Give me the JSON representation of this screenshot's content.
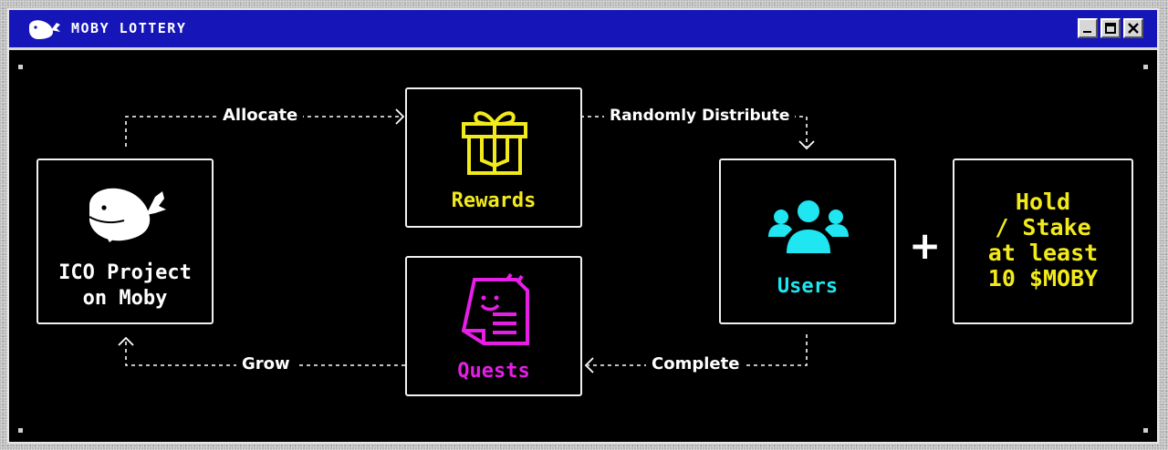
{
  "window": {
    "title": "MOBY LOTTERY",
    "controls": {
      "minimize": "minimize",
      "maximize": "maximize",
      "close": "close"
    }
  },
  "colors": {
    "titlebar": "#1515b8",
    "rewards": "#f2ea1b",
    "quests": "#e61ee6",
    "users": "#1fe6f0",
    "hold": "#f2ea1b",
    "white": "#ffffff"
  },
  "nodes": {
    "ico": {
      "line1": "ICO Project",
      "line2": "on Moby",
      "icon": "whale-icon"
    },
    "rewards": {
      "label": "Rewards",
      "icon": "gift-icon"
    },
    "quests": {
      "label": "Quests",
      "icon": "notepad-icon"
    },
    "users": {
      "label": "Users",
      "icon": "users-icon"
    },
    "hold": {
      "line1": "Hold",
      "line2": "/ Stake",
      "line3": "at least",
      "line4": "10 $MOBY"
    }
  },
  "edges": {
    "allocate": "Allocate",
    "distribute": "Randomly Distribute",
    "complete": "Complete",
    "grow": "Grow"
  },
  "plus": "+"
}
